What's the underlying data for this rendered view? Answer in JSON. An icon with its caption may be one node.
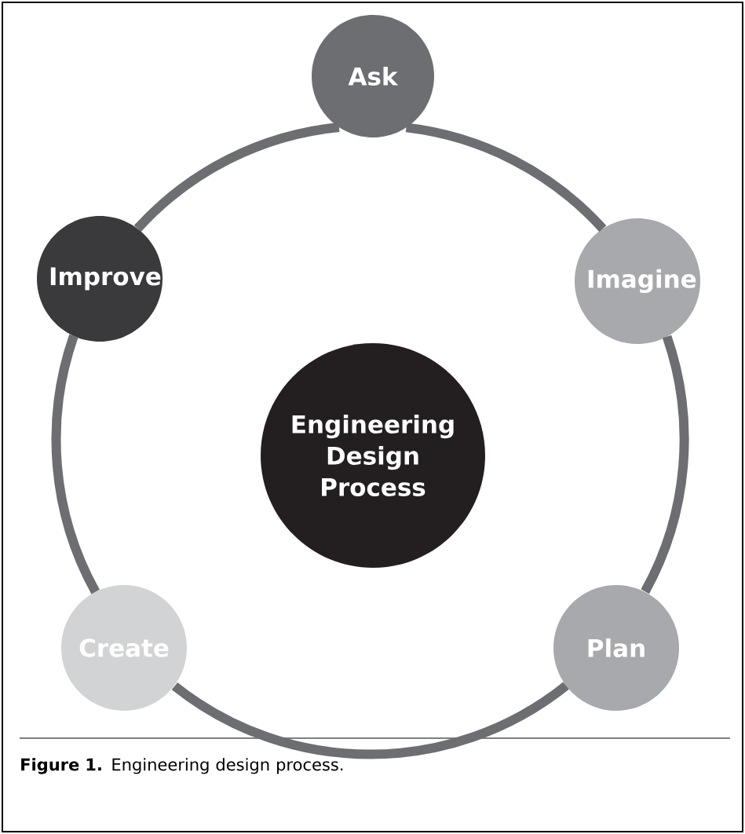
{
  "diagram": {
    "caption": "**Figure 1.** Engineering design process.",
    "nodes": [
      {
        "text": [
          "Ask"
        ]
      },
      {
        "text": [
          "Imagine"
        ]
      },
      {
        "text": [
          "Plan"
        ]
      },
      {
        "text": [
          "Create"
        ]
      },
      {
        "text": [
          "Improve"
        ]
      },
      {
        "text": [
          "Engineering Design Process"
        ]
      }
    ],
    "edges": [
      {
        "from": 0,
        "to": 1,
        "arrow": "none"
      },
      {
        "from": 1,
        "to": 2,
        "arrow": "none"
      },
      {
        "from": 2,
        "to": 3,
        "arrow": "none"
      },
      {
        "from": 3,
        "to": 4,
        "arrow": "none"
      },
      {
        "from": 4,
        "to": 0,
        "arrow": "none"
      }
    ]
  }
}
